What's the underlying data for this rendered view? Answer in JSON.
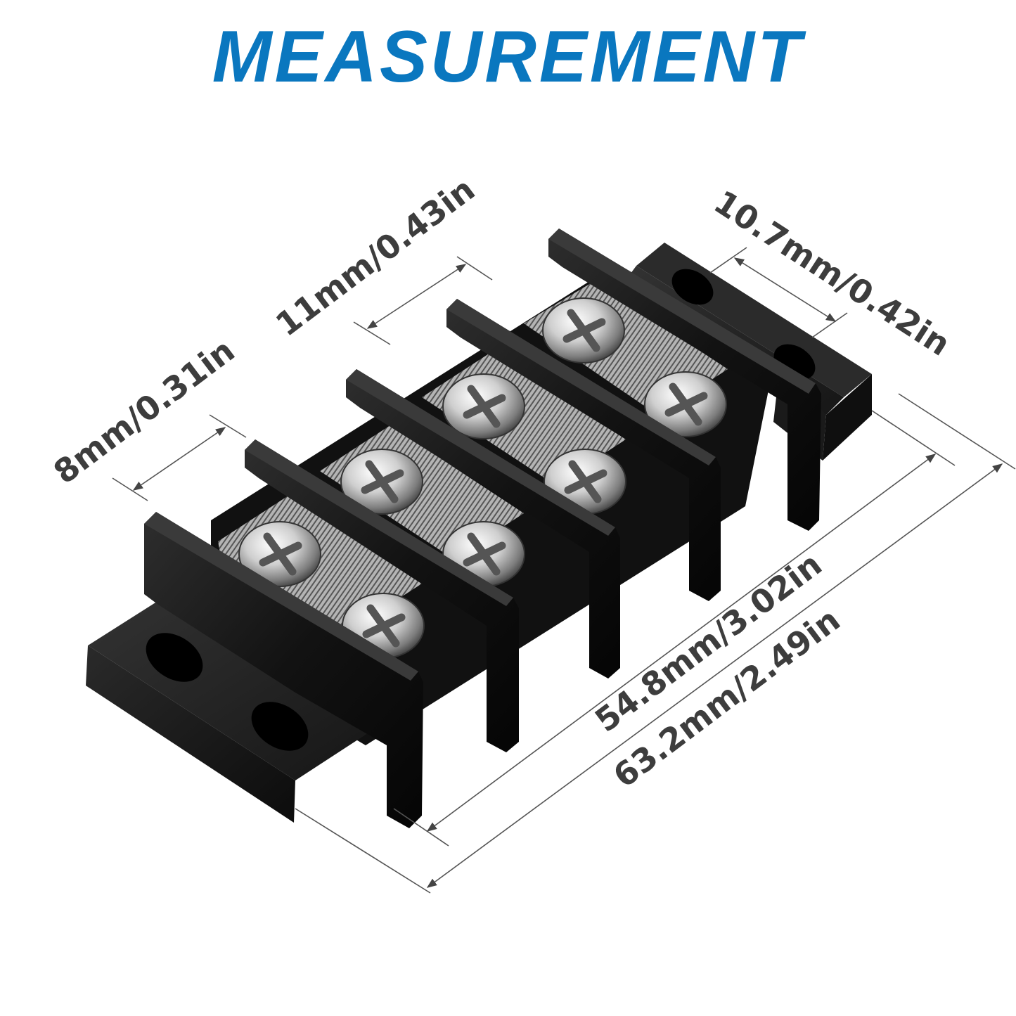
{
  "header": {
    "title": "MEASUREMENT",
    "title_color": "#0A77BF"
  },
  "product": {
    "name": "terminal-block",
    "positions": 4,
    "screws": 8,
    "body_color": "#141414",
    "metal_color": "#c9c9c9"
  },
  "dimensions": {
    "barrier_gap": {
      "label": "8mm/0.31in",
      "mm": 8,
      "in": 0.31
    },
    "pitch": {
      "label": "11mm/0.43in",
      "mm": 11,
      "in": 0.43
    },
    "mount_width": {
      "label": "10.7mm/0.42in",
      "mm": 10.7,
      "in": 0.42
    },
    "inner_length": {
      "label": "54.8mm/3.02in",
      "mm": 54.8,
      "in": 3.02
    },
    "overall_length": {
      "label": "63.2mm/2.49in",
      "mm": 63.2,
      "in": 2.49
    },
    "line_color": "#555555",
    "text_color": "#3d3d3d"
  }
}
